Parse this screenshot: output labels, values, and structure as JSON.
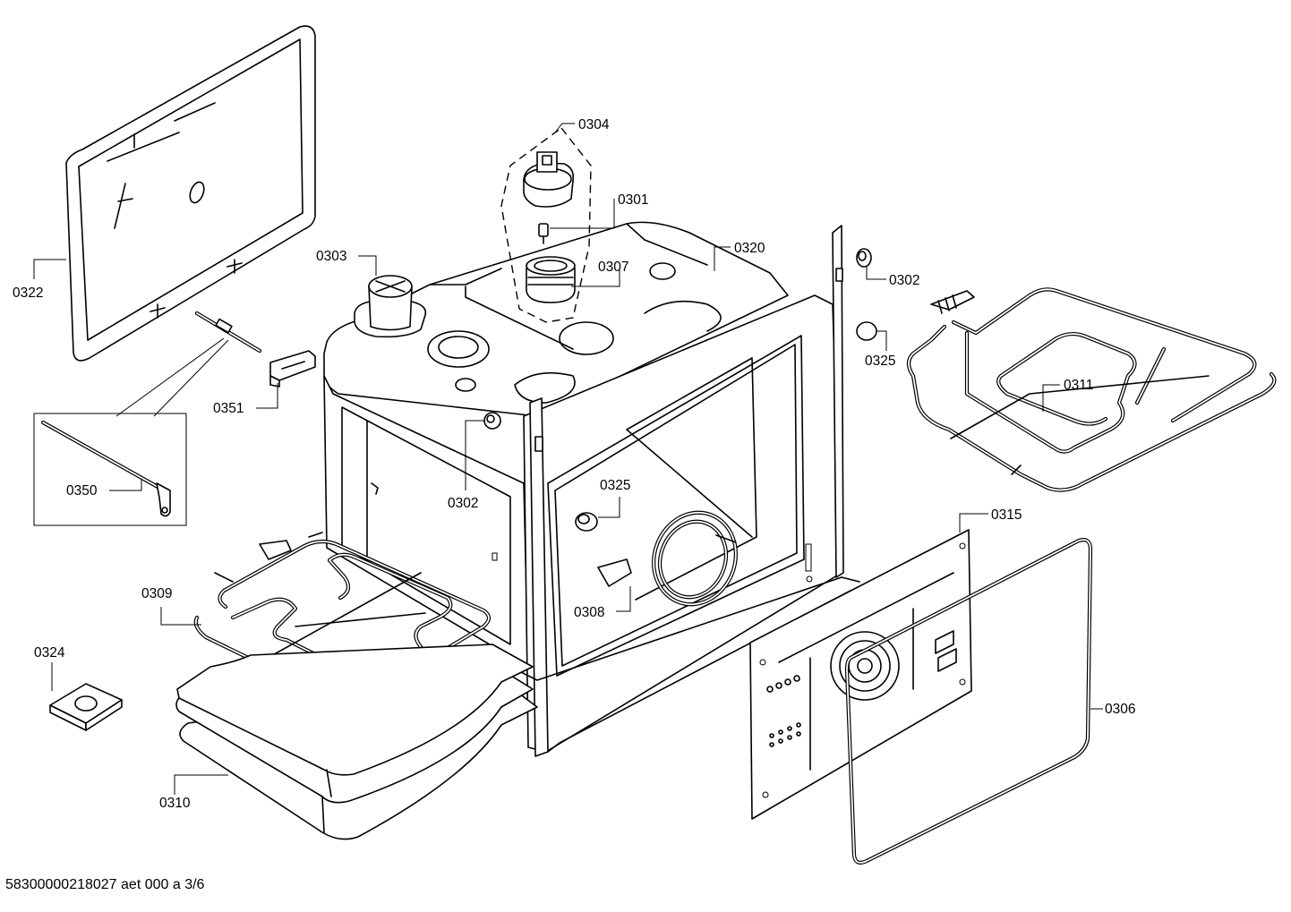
{
  "labels": {
    "p0322": "0322",
    "p0350": "0350",
    "p0351": "0351",
    "p0303": "0303",
    "p0304": "0304",
    "p0301": "0301",
    "p0307": "0307",
    "p0320": "0320",
    "p0302_top": "0302",
    "p0325_top": "0325",
    "p0311": "0311",
    "p0302_mid": "0302",
    "p0325_mid": "0325",
    "p0309": "0309",
    "p0308": "0308",
    "p0315": "0315",
    "p0324": "0324",
    "p0306": "0306",
    "p0310": "0310"
  },
  "footer": {
    "document_id": "58300000218027 aet 000 a 3/6"
  }
}
